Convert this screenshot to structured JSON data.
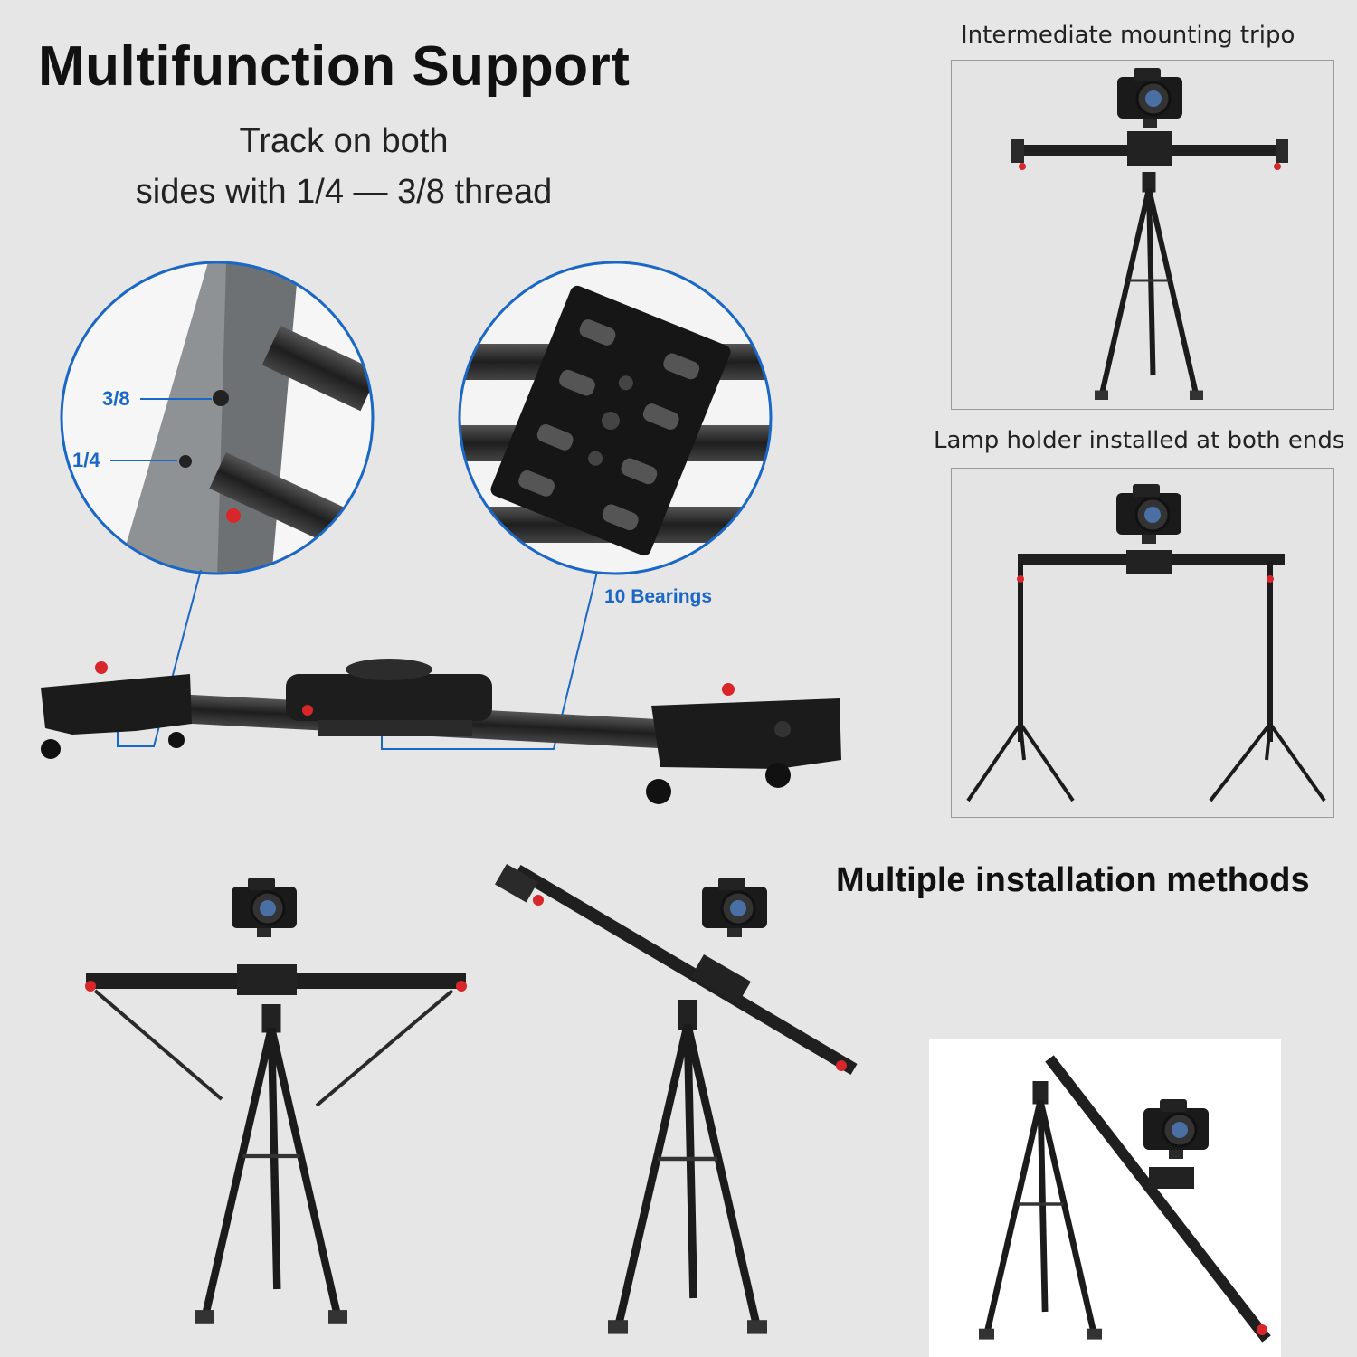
{
  "header": {
    "title": "Multifunction Support",
    "subtitle_line1": "Track on both",
    "subtitle_line2": "sides with 1/4 — 3/8 thread"
  },
  "callouts": {
    "label_3_8": "3/8",
    "label_1_4": "1/4",
    "label_bearings": "10 Bearings"
  },
  "panels": {
    "intermediate_caption": "Intermediate mounting tripo",
    "lamp_caption": "Lamp holder installed at both ends"
  },
  "section": {
    "multiple_methods": "Multiple installation methods"
  },
  "colors": {
    "accent_blue": "#1a67c6",
    "knob_red": "#d8262b",
    "metal_dark": "#1b1b1b",
    "background": "#e6e6e6"
  }
}
